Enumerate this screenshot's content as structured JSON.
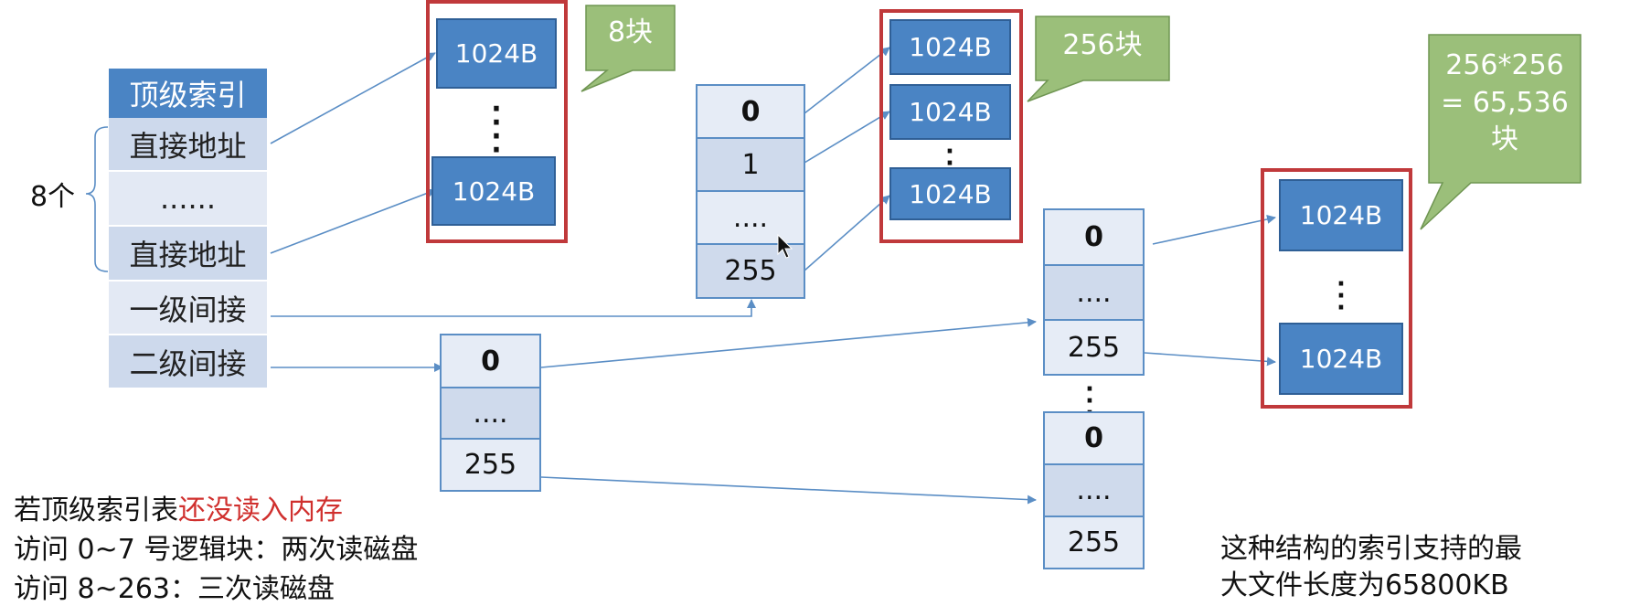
{
  "index_table": {
    "header": "顶级索引",
    "rows": [
      "直接地址",
      "......",
      "直接地址",
      "一级间接",
      "二级间接"
    ],
    "brace_label": "8个"
  },
  "direct_blocks": {
    "blocks": [
      "1024B",
      "1024B"
    ],
    "callout": "8块"
  },
  "single_indirect": {
    "index_cells": [
      "0",
      "1",
      "....",
      "255"
    ],
    "blocks": [
      "1024B",
      "1024B",
      "1024B"
    ],
    "callout": "256块"
  },
  "double_indirect": {
    "first_level_cells": [
      "0",
      "....",
      "255"
    ],
    "second_level_a": [
      "0",
      "....",
      "255"
    ],
    "second_level_b": [
      "0",
      "....",
      "255"
    ],
    "blocks": [
      "1024B",
      "1024B"
    ],
    "callout": [
      "256*256",
      "= 65,536",
      "块"
    ]
  },
  "notes": {
    "line1_prefix": "若顶级索引表",
    "line1_highlight": "还没读入内存",
    "line2": "访问 0~7 号逻辑块：两次读磁盘",
    "line3": "访问 8~263：三次读磁盘"
  },
  "conclusion": {
    "line1": "这种结构的索引支持的最",
    "line2": "大文件长度为65800KB"
  },
  "colors": {
    "block_blue": "#4a84c4",
    "frame_red": "#c0393b",
    "callout_green": "#9bbf7a",
    "arrow_blue": "#5b8ec5",
    "highlight_red": "#d0302e"
  }
}
